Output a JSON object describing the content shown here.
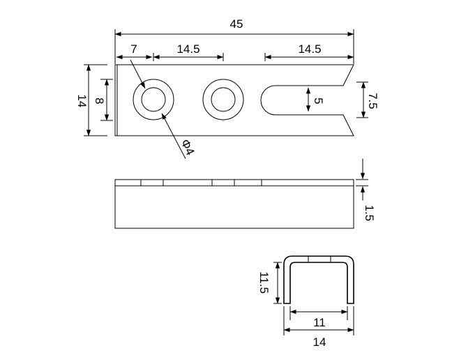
{
  "dimensions": {
    "overall_length": "45",
    "edge_to_hole": "7",
    "hole_pitch": "14.5",
    "slot_length": "14.5",
    "overall_width": "14",
    "hole_span": "8",
    "slot_width": "5",
    "slot_position": "7.5",
    "hole_diameter": "Φ4",
    "thickness": "1.5",
    "side_height": "11.5",
    "inner_width": "11",
    "outer_width": "14"
  }
}
